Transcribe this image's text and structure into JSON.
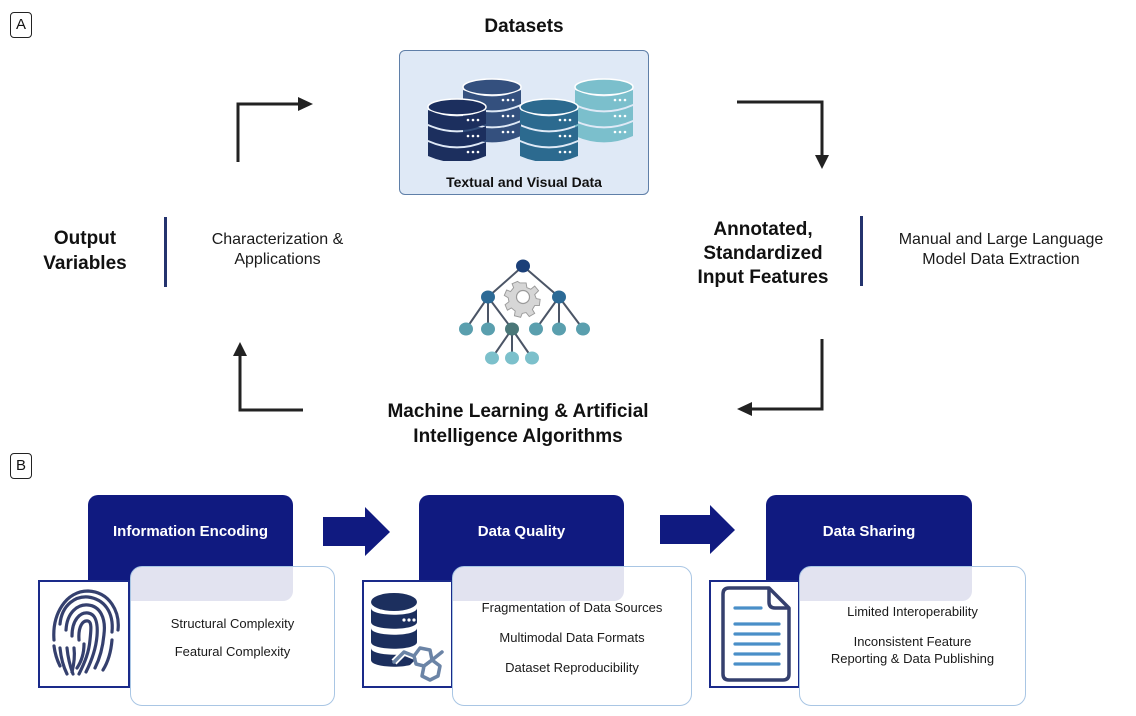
{
  "panel_a": {
    "label": "A",
    "datasets": {
      "title": "Datasets",
      "caption": "Textual and Visual Data",
      "colors": [
        "#1c2f5e",
        "#34507e",
        "#2c6a8f",
        "#7bbfcc"
      ]
    },
    "input_features": {
      "title_lines": [
        "Annotated,",
        "Standardized",
        "Input Features"
      ],
      "desc_lines": [
        "Manual and Large Language",
        "Model Data Extraction"
      ]
    },
    "output_variables": {
      "title_lines": [
        "Output",
        "Variables"
      ],
      "desc_lines": [
        "Characterization &",
        "Applications"
      ]
    },
    "algorithms": {
      "title_lines": [
        "Machine Learning & Artificial",
        "Intelligence Algorithms"
      ]
    },
    "cycle_direction": "clockwise",
    "icons": {
      "datasets": "database-stack-icon",
      "algorithms": "decision-tree-gear-icon"
    }
  },
  "panel_b": {
    "label": "B",
    "accent_color": "#101a80",
    "cards": [
      {
        "title": "Information Encoding",
        "icon": "fingerprint-icon",
        "items": [
          "Structural Complexity",
          "Featural Complexity"
        ]
      },
      {
        "title": "Data Quality",
        "icon": "database-molecule-icon",
        "items": [
          "Fragmentation of Data Sources",
          "Multimodal Data Formats",
          "Dataset Reproducibility"
        ]
      },
      {
        "title": "Data Sharing",
        "icon": "document-icon",
        "items": [
          "Limited Interoperability",
          "Inconsistent Feature",
          "Reporting & Data Publishing"
        ]
      }
    ]
  }
}
